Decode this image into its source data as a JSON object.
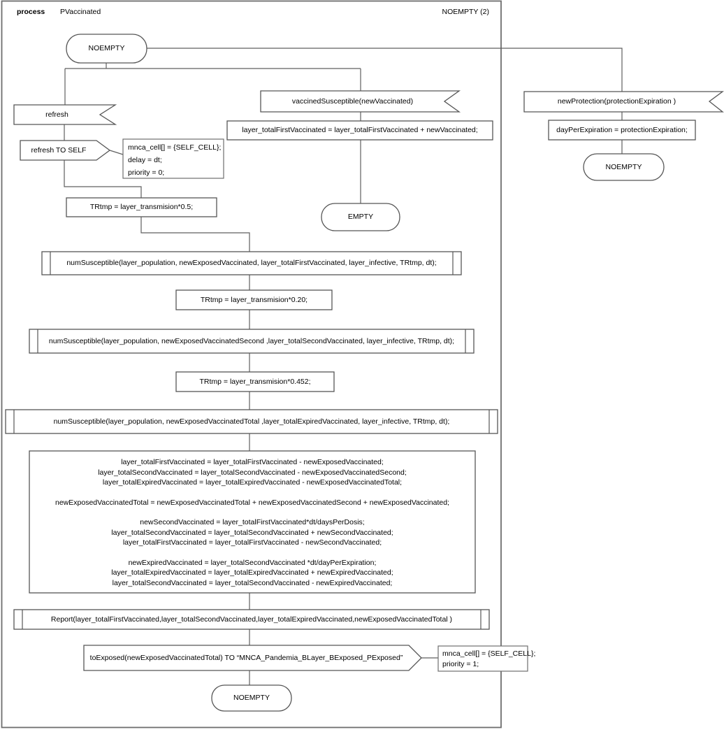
{
  "header": {
    "kind": "process",
    "name": "PVaccinated",
    "status": "NOEMPTY (2)"
  },
  "colors": {
    "shape_stroke": "#565656",
    "connector": "#5f5f5f",
    "frame": "#6e6e6e",
    "text": "#000000",
    "background": "#ffffff"
  },
  "nodes": {
    "start_state": "NOEMPTY",
    "refresh_receive": "refresh",
    "refresh_send": "refresh TO SELF",
    "refresh_note": [
      "mnca_cell[] = {SELF_CELL};",
      "delay = dt;",
      "priority = 0;"
    ],
    "vaccinated_receive": "vaccinedSusceptible(newVaccinated)",
    "vaccinated_assign": "layer_totalFirstVaccinated = layer_totalFirstVaccinated + newVaccinated;",
    "empty_state": "EMPTY",
    "protection_receive": "newProtection(protectionExpiration )",
    "protection_assign": "dayPerExpiration = protectionExpiration;",
    "protection_state": "NOEMPTY",
    "trtmp_05": "TRtmp  = layer_transmision*0.5;",
    "num_susceptible_1": "numSusceptible(layer_population, newExposedVaccinated, layer_totalFirstVaccinated, layer_infective, TRtmp, dt);",
    "trtmp_020": "TRtmp = layer_transmision*0.20;",
    "num_susceptible_2": "numSusceptible(layer_population, newExposedVaccinatedSecond ,layer_totalSecondVaccinated, layer_infective, TRtmp, dt);",
    "trtmp_0452": "TRtmp = layer_transmision*0.452;",
    "num_susceptible_3": "numSusceptible(layer_population, newExposedVaccinatedTotal ,layer_totalExpiredVaccinated, layer_infective, TRtmp, dt);",
    "calc_block": {
      "g1": [
        "layer_totalFirstVaccinated = layer_totalFirstVaccinated - newExposedVaccinated;",
        "layer_totalSecondVaccinated = layer_totalSecondVaccinated - newExposedVaccinatedSecond;",
        "layer_totalExpiredVaccinated = layer_totalExpiredVaccinated - newExposedVaccinatedTotal;"
      ],
      "g2": [
        "newExposedVaccinatedTotal = newExposedVaccinatedTotal + newExposedVaccinatedSecond  + newExposedVaccinated;"
      ],
      "g3": [
        "newSecondVaccinated = layer_totalFirstVaccinated*dt/daysPerDosis;",
        "layer_totalSecondVaccinated = layer_totalSecondVaccinated + newSecondVaccinated;",
        "layer_totalFirstVaccinated = layer_totalFirstVaccinated - newSecondVaccinated;"
      ],
      "g4": [
        "newExpiredVaccinated = layer_totalSecondVaccinated *dt/dayPerExpiration;",
        "layer_totalExpiredVaccinated = layer_totalExpiredVaccinated + newExpiredVaccinated;",
        "layer_totalSecondVaccinated = layer_totalSecondVaccinated - newExpiredVaccinated;"
      ]
    },
    "report_call": "Report(layer_totalFirstVaccinated,layer_totalSecondVaccinated,layer_totalExpiredVaccinated,newExposedVaccinatedTotal )",
    "to_exposed_send": "toExposed(newExposedVaccinatedTotal) TO “MNCA_Pandemia_BLayer_BExposed_PExposed”",
    "to_exposed_note": [
      "mnca_cell[] = {SELF_CELL};",
      "priority = 1;"
    ],
    "end_state": "NOEMPTY"
  }
}
